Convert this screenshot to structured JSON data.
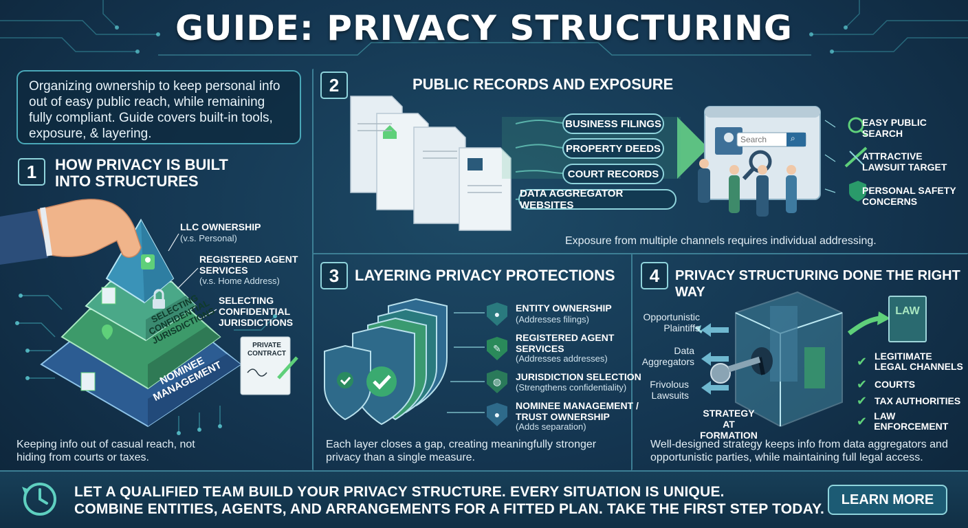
{
  "header": {
    "title": "GUIDE: PRIVACY STRUCTURING"
  },
  "intro": {
    "text": "Organizing ownership to keep personal info out of easy public reach, while remaining fully compliant. Guide covers built-in tools, exposure, & layering."
  },
  "section1": {
    "number": "1",
    "title_line1": "HOW PRIVACY IS BUILT",
    "title_line2": "INTO STRUCTURES",
    "labels": [
      {
        "title": "LLC OWNERSHIP",
        "sub": "(v.s. Personal)"
      },
      {
        "title_line1": "REGISTERED AGENT",
        "title_line2": "SERVICES",
        "sub": "(v.s. Home Address)"
      },
      {
        "title_line1": "SELECTING",
        "title_line2": "CONFIDENTIAL",
        "title_line3": "JURISDICTIONS"
      }
    ],
    "pyramid_band3_line1": "SELECTING",
    "pyramid_band3_line2": "CONFIDENTIAL",
    "pyramid_band3_line3": "JURISDICTIONS",
    "pyramid_band4_line1": "NOMINEE",
    "pyramid_band4_line2": "MANAGEMENT",
    "contract_line1": "PRIVATE",
    "contract_line2": "CONTRACT",
    "caption": "Keeping info out of casual reach, not hiding from courts or taxes."
  },
  "section2": {
    "number": "2",
    "title": "PUBLIC RECORDS AND EXPOSURE",
    "channels": [
      "BUSINESS FILINGS",
      "PROPERTY DEEDS",
      "COURT RECORDS",
      "DATA AGGREGATOR WEBSITES"
    ],
    "search_placeholder": "Search",
    "risks": [
      {
        "line1": "EASY PUBLIC",
        "line2": "SEARCH"
      },
      {
        "line1": "ATTRACTIVE",
        "line2": "LAWSUIT TARGET"
      },
      {
        "line1": "PERSONAL SAFETY",
        "line2": "CONCERNS"
      }
    ],
    "caption": "Exposure from multiple channels requires individual addressing."
  },
  "section3": {
    "number": "3",
    "title": "LAYERING PRIVACY PROTECTIONS",
    "layers": [
      {
        "line1": "ENTITY OWNERSHIP",
        "sub": "(Addresses filings)"
      },
      {
        "line1": "REGISTERED AGENT",
        "line2": "SERVICES",
        "sub": "(Addresses addresses)"
      },
      {
        "line1": "JURISDICTION SELECTION",
        "sub": "(Strengthens confidentiality)"
      },
      {
        "line1": "NOMINEE MANAGEMENT /",
        "line2": "TRUST OWNERSHIP",
        "sub": "(Adds separation)"
      }
    ],
    "caption_line1": "Each layer closes a gap, creating meaningfully stronger",
    "caption_line2": "privacy than a single measure."
  },
  "section4": {
    "number": "4",
    "title": "PRIVACY STRUCTURING DONE THE RIGHT WAY",
    "threats": [
      {
        "line1": "Opportunistic",
        "line2": "Plaintiffs"
      },
      {
        "line1": "Data",
        "line2": "Aggregators"
      },
      {
        "line1": "Frivolous",
        "line2": "Lawsuits"
      }
    ],
    "strategy_line1": "STRATEGY",
    "strategy_line2": "AT FORMATION",
    "law_label": "LAW",
    "channels": [
      {
        "line1": "LEGITIMATE",
        "line2": "LEGAL CHANNELS"
      },
      {
        "line1": "COURTS"
      },
      {
        "line1": "TAX AUTHORITIES"
      },
      {
        "line1": "LAW ENFORCEMENT"
      }
    ],
    "caption_line1": "Well-designed strategy keeps info from data aggregators and",
    "caption_line2": "opportunistic parties, while maintaining full legal access."
  },
  "footer": {
    "line1": "LET A QUALIFIED TEAM BUILD YOUR PRIVACY STRUCTURE. EVERY SITUATION IS UNIQUE.",
    "line2": "COMBINE ENTITIES, AGENTS, AND ARRANGEMENTS FOR A FITTED PLAN. TAKE THE FIRST STEP TODAY.",
    "cta_label": "LEARN MORE"
  },
  "colors": {
    "background": "#143550",
    "accent": "#5fd07a",
    "border": "#3d7f95",
    "teal": "#8fd4dc"
  }
}
